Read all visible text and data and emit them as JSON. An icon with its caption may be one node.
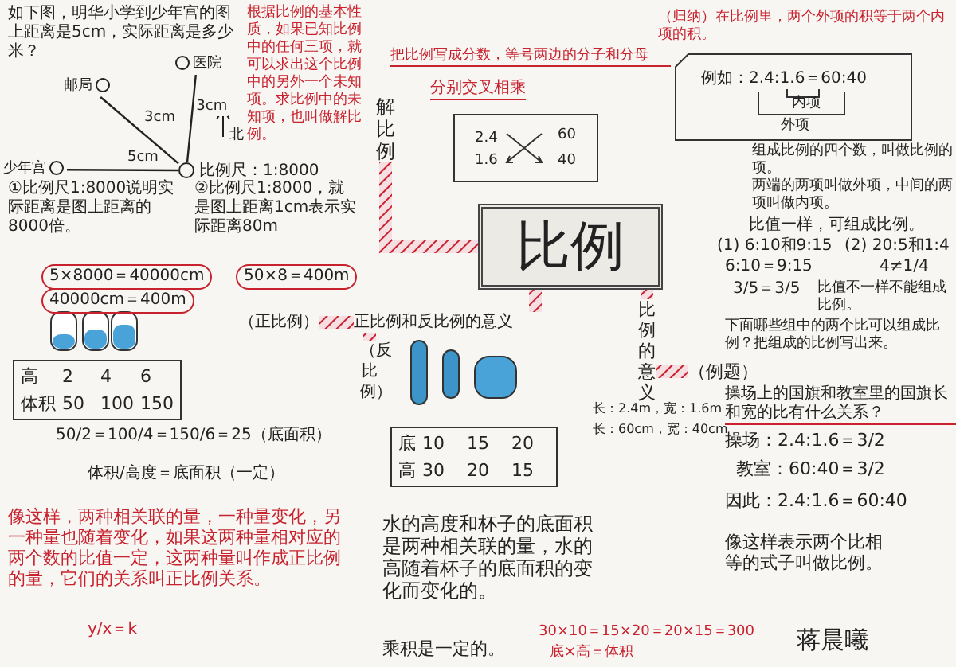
{
  "diagram": {
    "nodes": [
      {
        "text": [
          "比例"
        ]
      },
      {
        "text": [
          "解比例"
        ]
      },
      {
        "text": [
          "比例的意义"
        ]
      },
      {
        "text": [
          "正比例和反比例的意义"
        ]
      },
      {
        "text": [
          "（正比例）"
        ]
      },
      {
        "text": [
          "（反比例）"
        ]
      },
      {
        "text": [
          "（例题）"
        ]
      },
      {
        "text": [
          "少年宫"
        ]
      },
      {
        "text": [
          "邮局"
        ]
      },
      {
        "text": [
          "医院"
        ]
      },
      {
        "text": [],
        "shape": "circle"
      }
    ],
    "edges": [
      {
        "from": 0,
        "to": 1,
        "arrow": "none"
      },
      {
        "from": 0,
        "to": 2,
        "arrow": "none"
      },
      {
        "from": 0,
        "to": 3,
        "arrow": "none"
      },
      {
        "from": 3,
        "to": 4,
        "arrow": "none"
      },
      {
        "from": 3,
        "to": 5,
        "arrow": "none"
      },
      {
        "from": 2,
        "to": 6,
        "arrow": "none"
      },
      {
        "from": 7,
        "to": 10,
        "arrow": "none",
        "label": "5cm"
      },
      {
        "from": 8,
        "to": 10,
        "arrow": "none",
        "label": "3cm"
      },
      {
        "from": 9,
        "to": 10,
        "arrow": "none",
        "label": "3cm"
      }
    ],
    "labels": [
      "如下图，明华小学到少年宫的图上距离是5cm，实际距离是多少米？",
      "北",
      "比例尺：1:8000",
      "①比例尺1:8000说明实际距离是图上距离的8000倍。",
      "②比例尺1:8000，就是图上距离1cm表示实际距离80m",
      "5×8000＝40000cm",
      "40000cm＝400m",
      "50×8＝400m",
      "高",
      "2",
      "4",
      "6",
      "体积",
      "50",
      "100",
      "150",
      "50/2＝100/4＝150/6＝25（底面积）",
      "体积/高度＝底面积（一定）",
      "像这样，两种相关联的量，一种量变化，另一种量也随着变化，如果这两种量相对应的两个数的比值一定，这两种量叫作成正比例的量，它们的关系叫正比例关系。",
      "y/x＝k",
      "根据比例的基本性质，如果已知比例中的任何三项，就可以求出这个比例中的另外一个未知项。求比例中的未知项，也叫做解比例。",
      "把比例写成分数，等号两边的分子和分母",
      "分别交叉相乘",
      "2.4",
      "1.6",
      "60",
      "40",
      "（归纳）在比例里，两个外项的积等于两个内项的积。",
      "例如：2.4:1.6＝60:40",
      "内项",
      "外项",
      "组成比例的四个数，叫做比例的项。",
      "两端的两项叫做外项，中间的两项叫做内项。",
      "比值一样，可组成比例。",
      "(1) 6:10和9:15",
      "(2) 20:5和1:4",
      "6:10＝9:15",
      "3/5＝3/5",
      "4≠1/4",
      "比值不一样不能组成比例。",
      "下面哪些组中的两个比可以组成比例？把组成的比例写出来。",
      "操场上的国旗和教室里的国旗长和宽的比有什么关系？",
      "长：2.4m，宽：1.6m",
      "长：60cm，宽：40cm",
      "操场：2.4:1.6＝3/2",
      "教室：60:40＝3/2",
      "因此：2.4:1.6＝60:40",
      "像这样表示两个比相等的式子叫做比例。",
      "蒋晨曦",
      "底",
      "10",
      "15",
      "20",
      "高",
      "30",
      "20",
      "15",
      "水的高度和杯子的底面积是两种相关联的量，水的高随着杯子的底面积的变化而变化的。",
      "乘积是一定的。",
      "30×10＝15×20＝20×15＝300",
      "底×高＝体积"
    ]
  }
}
